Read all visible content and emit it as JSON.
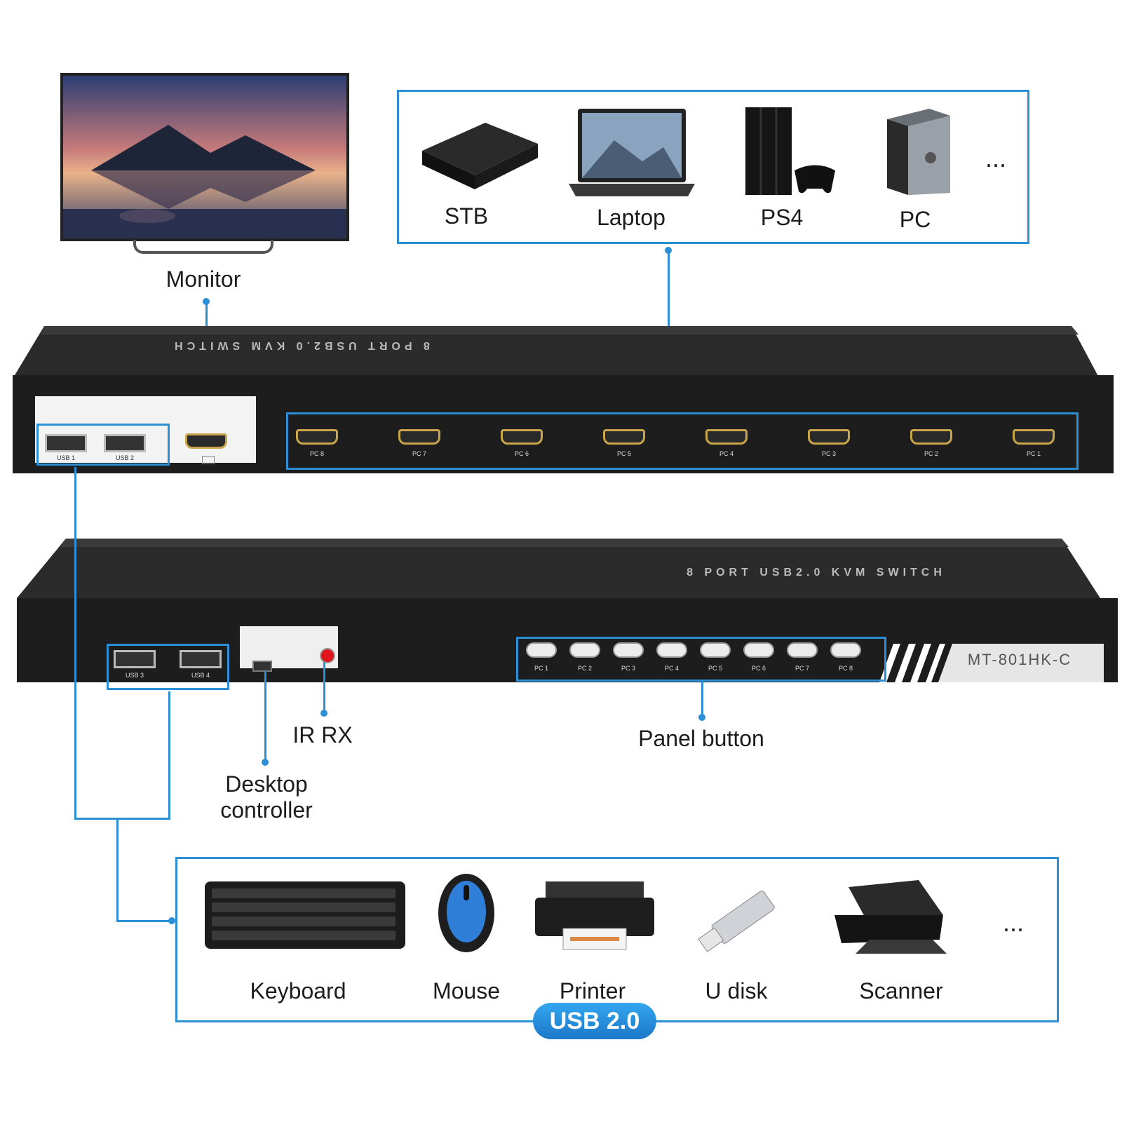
{
  "top_sources": {
    "items": [
      {
        "label": "STB",
        "icon": "set-top-box-icon"
      },
      {
        "label": "Laptop",
        "icon": "laptop-icon"
      },
      {
        "label": "PS4",
        "icon": "game-console-icon"
      },
      {
        "label": "PC",
        "icon": "desktop-pc-icon"
      }
    ],
    "more": "..."
  },
  "monitor": {
    "label": "Monitor"
  },
  "kvm_top": {
    "title": "8 PORT USB2.0 KVM SWITCH",
    "usb_labels": [
      "USB 1",
      "USB 2"
    ],
    "pc_ports": [
      "PC 8",
      "PC 7",
      "PC 6",
      "PC 5",
      "PC 4",
      "PC 3",
      "PC 2",
      "PC 1"
    ]
  },
  "kvm_bottom": {
    "title": "8 PORT USB2.0 KVM SWITCH",
    "usb_labels": [
      "USB 3",
      "USB 4"
    ],
    "buttons": [
      "PC 1",
      "PC 2",
      "PC 3",
      "PC 4",
      "PC 5",
      "PC 6",
      "PC 7",
      "PC 8"
    ],
    "model": "MT-801HK-C"
  },
  "callouts": {
    "ir_rx": "IR RX",
    "panel_button": "Panel button",
    "desktop_controller_line1": "Desktop",
    "desktop_controller_line2": "controller"
  },
  "usb_devices": {
    "items": [
      {
        "label": "Keyboard",
        "icon": "keyboard-icon"
      },
      {
        "label": "Mouse",
        "icon": "mouse-icon"
      },
      {
        "label": "Printer",
        "icon": "printer-icon"
      },
      {
        "label": "U disk",
        "icon": "usb-drive-icon"
      },
      {
        "label": "Scanner",
        "icon": "scanner-icon"
      }
    ],
    "more": "...",
    "badge": "USB 2.0"
  },
  "colors": {
    "accent": "#2c8fd6",
    "device_body": "#1d1d1d",
    "hdmi_gold": "#c9a64a"
  }
}
